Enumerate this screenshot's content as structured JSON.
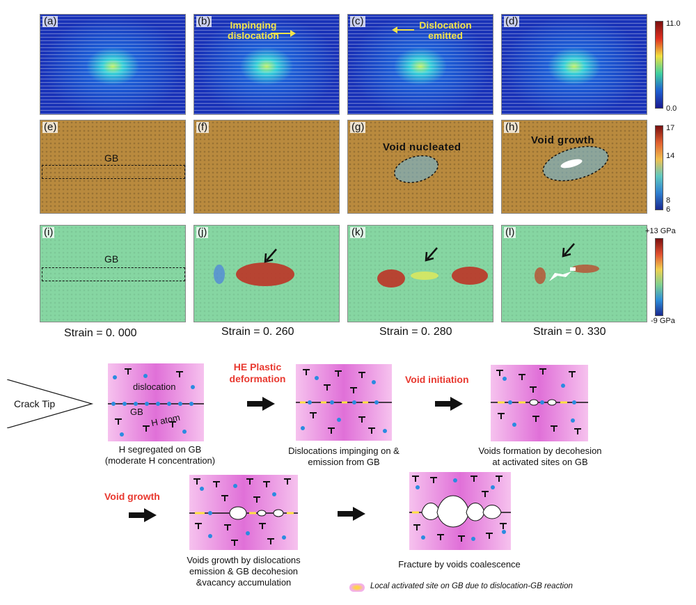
{
  "panels": {
    "row1": [
      "(a)",
      "(b)",
      "(c)",
      "(d)"
    ],
    "row2": [
      "(e)",
      "(f)",
      "(g)",
      "(h)"
    ],
    "row3": [
      "(i)",
      "(j)",
      "(k)",
      "(l)"
    ]
  },
  "annotations": {
    "impinging": "Impinging dislocation",
    "emitted": "Dislocation emitted",
    "void_nucleated": "Void  nucleated",
    "void_growth": "Void growth",
    "gb_e": "GB",
    "gb_i": "GB"
  },
  "colorbars": {
    "row1": {
      "max": "11.0",
      "min": "0.0"
    },
    "row2": {
      "t17": "17",
      "t14": "14",
      "t8": "8",
      "t6": "6"
    },
    "row3": {
      "max": "+13 GPa",
      "min": "-9 GPa"
    }
  },
  "strains": [
    "Strain = 0. 000",
    "Strain = 0. 260",
    "Strain = 0. 280",
    "Strain = 0. 330"
  ],
  "schematic": {
    "crack_tip": "Crack Tip",
    "dislocation": "dislocation",
    "gb": "GB",
    "h_atom": "H atom",
    "stage1_caption": "H  segregated  on  GB\n(moderate  H  concentration)",
    "stage2_label": "HE Plastic\ndeformation",
    "stage2_caption": "Dislocations impinging on &\nemission from GB",
    "stage3_label": "Void initiation",
    "stage3_caption": "Voids formation by decohesion\nat activated sites on GB",
    "stage4_label": "Void growth",
    "stage4_caption": "Voids growth by dislocations\nemission & GB decohesion\n&vacancy accumulation",
    "stage5_caption": "Fracture by voids coalescence",
    "legend": "Local activated site on GB due to dislocation-GB reaction"
  },
  "colors": {
    "accent_red": "#e8382f",
    "annotation_yellow": "#f2e34a",
    "schematic_pink": "#e070d8",
    "h_atom_blue": "#2a8be0"
  }
}
